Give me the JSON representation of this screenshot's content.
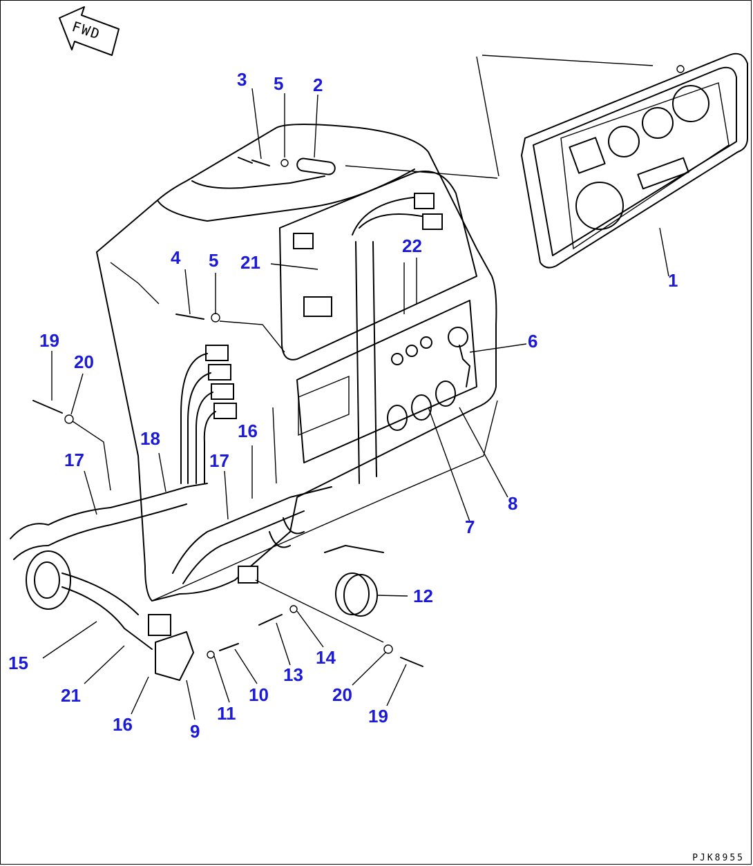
{
  "accent_color": "#1a1ad8",
  "drawing_code": "PJK8955",
  "direction_marker": {
    "label": "FWD",
    "icon": "forward-arrow-icon"
  },
  "callouts": [
    {
      "id": "c1",
      "text": "1"
    },
    {
      "id": "c2",
      "text": "2"
    },
    {
      "id": "c3",
      "text": "3"
    },
    {
      "id": "c4",
      "text": "4"
    },
    {
      "id": "c5a",
      "text": "5"
    },
    {
      "id": "c5b",
      "text": "5"
    },
    {
      "id": "c6",
      "text": "6"
    },
    {
      "id": "c7",
      "text": "7"
    },
    {
      "id": "c8",
      "text": "8"
    },
    {
      "id": "c9",
      "text": "9"
    },
    {
      "id": "c10",
      "text": "10"
    },
    {
      "id": "c11",
      "text": "11"
    },
    {
      "id": "c12",
      "text": "12"
    },
    {
      "id": "c13",
      "text": "13"
    },
    {
      "id": "c14",
      "text": "14"
    },
    {
      "id": "c15",
      "text": "15"
    },
    {
      "id": "c16a",
      "text": "16"
    },
    {
      "id": "c16b",
      "text": "16"
    },
    {
      "id": "c17a",
      "text": "17"
    },
    {
      "id": "c17b",
      "text": "17"
    },
    {
      "id": "c18",
      "text": "18"
    },
    {
      "id": "c19a",
      "text": "19"
    },
    {
      "id": "c19b",
      "text": "19"
    },
    {
      "id": "c20a",
      "text": "20"
    },
    {
      "id": "c20b",
      "text": "20"
    },
    {
      "id": "c21a",
      "text": "21"
    },
    {
      "id": "c21b",
      "text": "21"
    },
    {
      "id": "c22",
      "text": "22"
    }
  ]
}
